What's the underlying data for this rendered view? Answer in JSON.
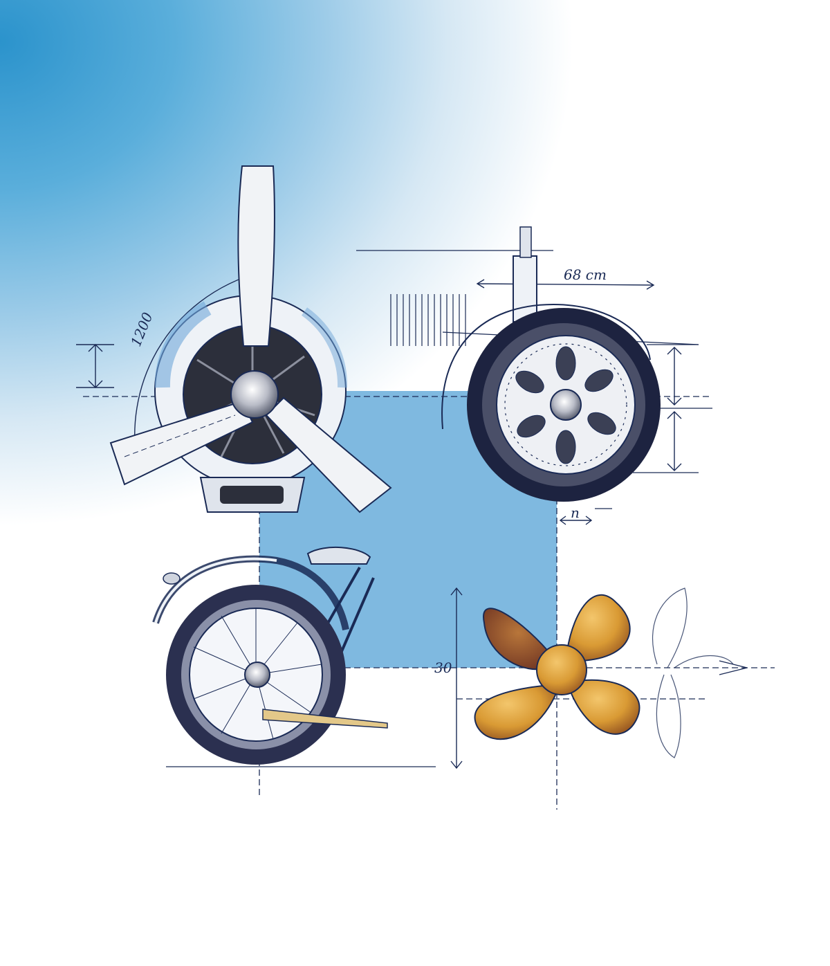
{
  "illustration": {
    "subjects": [
      "aircraft-radial-engine",
      "car-wheel",
      "motorcycle-rear-wheel",
      "boat-propeller"
    ],
    "annotations": {
      "engine_dimension": "1200",
      "wheel_dimension": "68 cm",
      "wheel_small_mark": "n",
      "propeller_dimension": "30"
    },
    "colors": {
      "sky_blue": "#2b93cc",
      "panel_blue": "#7fb9e0",
      "ink": "#1a2a55",
      "brass": "#e3a53a",
      "rust": "#8a4a2b",
      "tire_dark": "#1d2340"
    }
  }
}
